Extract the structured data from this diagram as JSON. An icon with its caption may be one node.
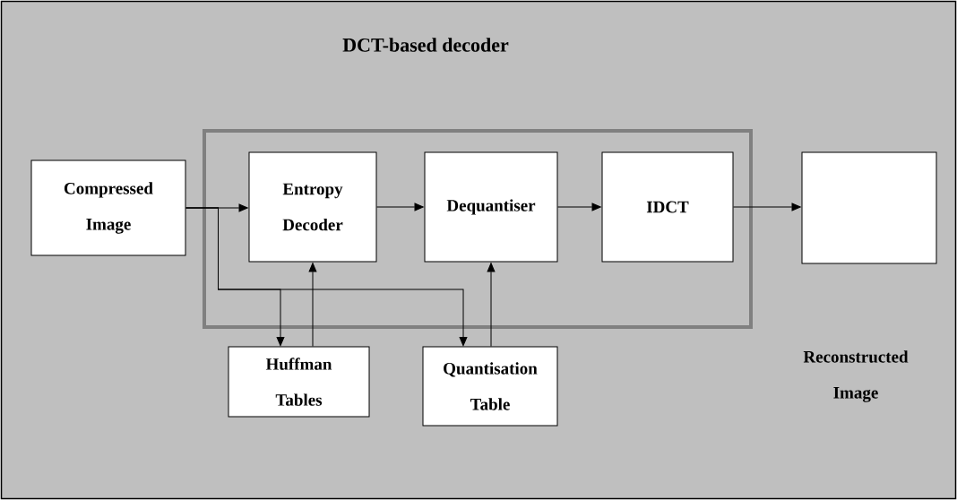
{
  "diagram": {
    "title": "DCT-based decoder",
    "nodes": [
      {
        "text": [
          "Compressed Image"
        ]
      },
      {
        "text": [],
        "shape": "box"
      },
      {
        "text": [
          "Entropy Decoder"
        ],
        "in": 1
      },
      {
        "text": [
          "Dequantiser"
        ],
        "in": 1
      },
      {
        "text": [
          "IDCT"
        ],
        "in": 1
      },
      {
        "text": [],
        "shape": "box"
      },
      {
        "text": [
          "Huffman Tables"
        ]
      },
      {
        "text": [
          "Quantisation Table"
        ]
      }
    ],
    "edges": [
      {
        "from": 0,
        "to": 2,
        "arrow": "to"
      },
      {
        "from": 0,
        "to": 6,
        "arrow": "to"
      },
      {
        "from": 0,
        "to": 7,
        "arrow": "to"
      },
      {
        "from": 6,
        "to": 2,
        "arrow": "to"
      },
      {
        "from": 7,
        "to": 3,
        "arrow": "to"
      },
      {
        "from": 2,
        "to": 3,
        "arrow": "to"
      },
      {
        "from": 3,
        "to": 4,
        "arrow": "to"
      },
      {
        "from": 4,
        "to": 5,
        "arrow": "to"
      }
    ],
    "labels": [
      "Reconstructed Image"
    ]
  }
}
